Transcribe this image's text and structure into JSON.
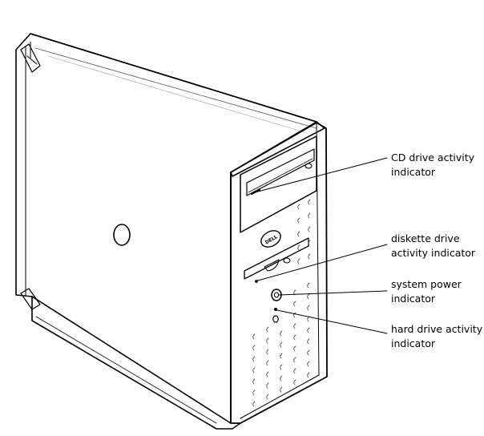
{
  "logo_text": "DELL",
  "callouts": {
    "cd": {
      "line1": "CD drive activity",
      "line2": "indicator"
    },
    "diskette": {
      "line1": "diskette drive",
      "line2": "activity indicator"
    },
    "power": {
      "line1": "system power",
      "line2": "indicator"
    },
    "hdd": {
      "line1": "hard drive activity",
      "line2": "indicator"
    }
  }
}
